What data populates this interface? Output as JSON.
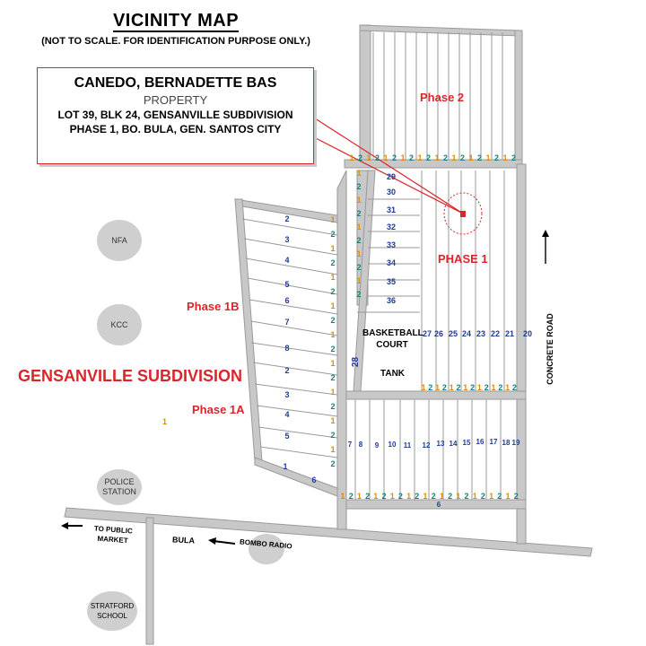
{
  "title": "VICINITY MAP",
  "subtitle": "(NOT TO SCALE. FOR IDENTIFICATION PURPOSE ONLY.)",
  "callout": {
    "owner": "CANEDO, BERNADETTE BAS",
    "property": "PROPERTY",
    "lot": "LOT 39, BLK 24, GENSANVILLE SUBDIVISION",
    "address": "PHASE 1, BO. BULA,  GEN. SANTOS CITY"
  },
  "labels": {
    "phase2": "Phase 2",
    "phase1": "PHASE 1",
    "phase1b": "Phase 1B",
    "phase1a": "Phase 1A",
    "subdivision": "GENSANVILLE SUBDIVISION",
    "court": "BASKETBALL COURT",
    "tank": "TANK",
    "concrete_road": "CONCRETE ROAD",
    "to_public_market": "TO PUBLIC MARKET",
    "bula": "BULA",
    "bombo_radio": "BOMBO RADIO",
    "stratford_school": "STRATFORD SCHOOL",
    "lot_28": "28",
    "stray_1": "1"
  },
  "landmarks": {
    "nfa": "NFA",
    "kcc": "KCC",
    "police": "POLICE STATION"
  },
  "blocks": {
    "phase1b_left": [
      "2",
      "3",
      "4",
      "5",
      "6",
      "7",
      "8",
      "2",
      "3",
      "4",
      "5",
      "1",
      "6"
    ],
    "middle_column": [
      "29",
      "30",
      "31",
      "32",
      "33",
      "34",
      "35",
      "36"
    ],
    "phase1_row": [
      "27",
      "26",
      "25",
      "24",
      "23",
      "22",
      "21",
      "20"
    ],
    "bottom_row": [
      "7",
      "8",
      "9",
      "10",
      "11",
      "12",
      "13",
      "14",
      "15",
      "16",
      "17",
      "18",
      "19"
    ],
    "bottom_small": "6"
  },
  "lot_marks": {
    "top_row": [
      "1",
      "2",
      "1",
      "2",
      "1",
      "2",
      "1",
      "2",
      "1",
      "2",
      "1",
      "2",
      "1",
      "2",
      "1",
      "2",
      "1",
      "2",
      "1",
      "2"
    ],
    "mid_row": [
      "1",
      "2",
      "1",
      "2",
      "1",
      "2",
      "1",
      "2",
      "1",
      "2",
      "1",
      "2",
      "1",
      "2"
    ],
    "bottom_row": [
      "1",
      "2",
      "1",
      "2",
      "1",
      "2",
      "1",
      "2",
      "1",
      "2",
      "1",
      "2",
      "1",
      "2",
      "1",
      "2",
      "1",
      "2",
      "1",
      "2",
      "1",
      "2"
    ]
  },
  "colors": {
    "road": "#c8c8c8",
    "road_outline": "#9a9a9a",
    "accent": "#d9262b",
    "block_blue": "#1f3a93",
    "mark_orange": "#e08a00",
    "mark_teal": "#1a7f7a",
    "oval": "#cfcfcf"
  }
}
